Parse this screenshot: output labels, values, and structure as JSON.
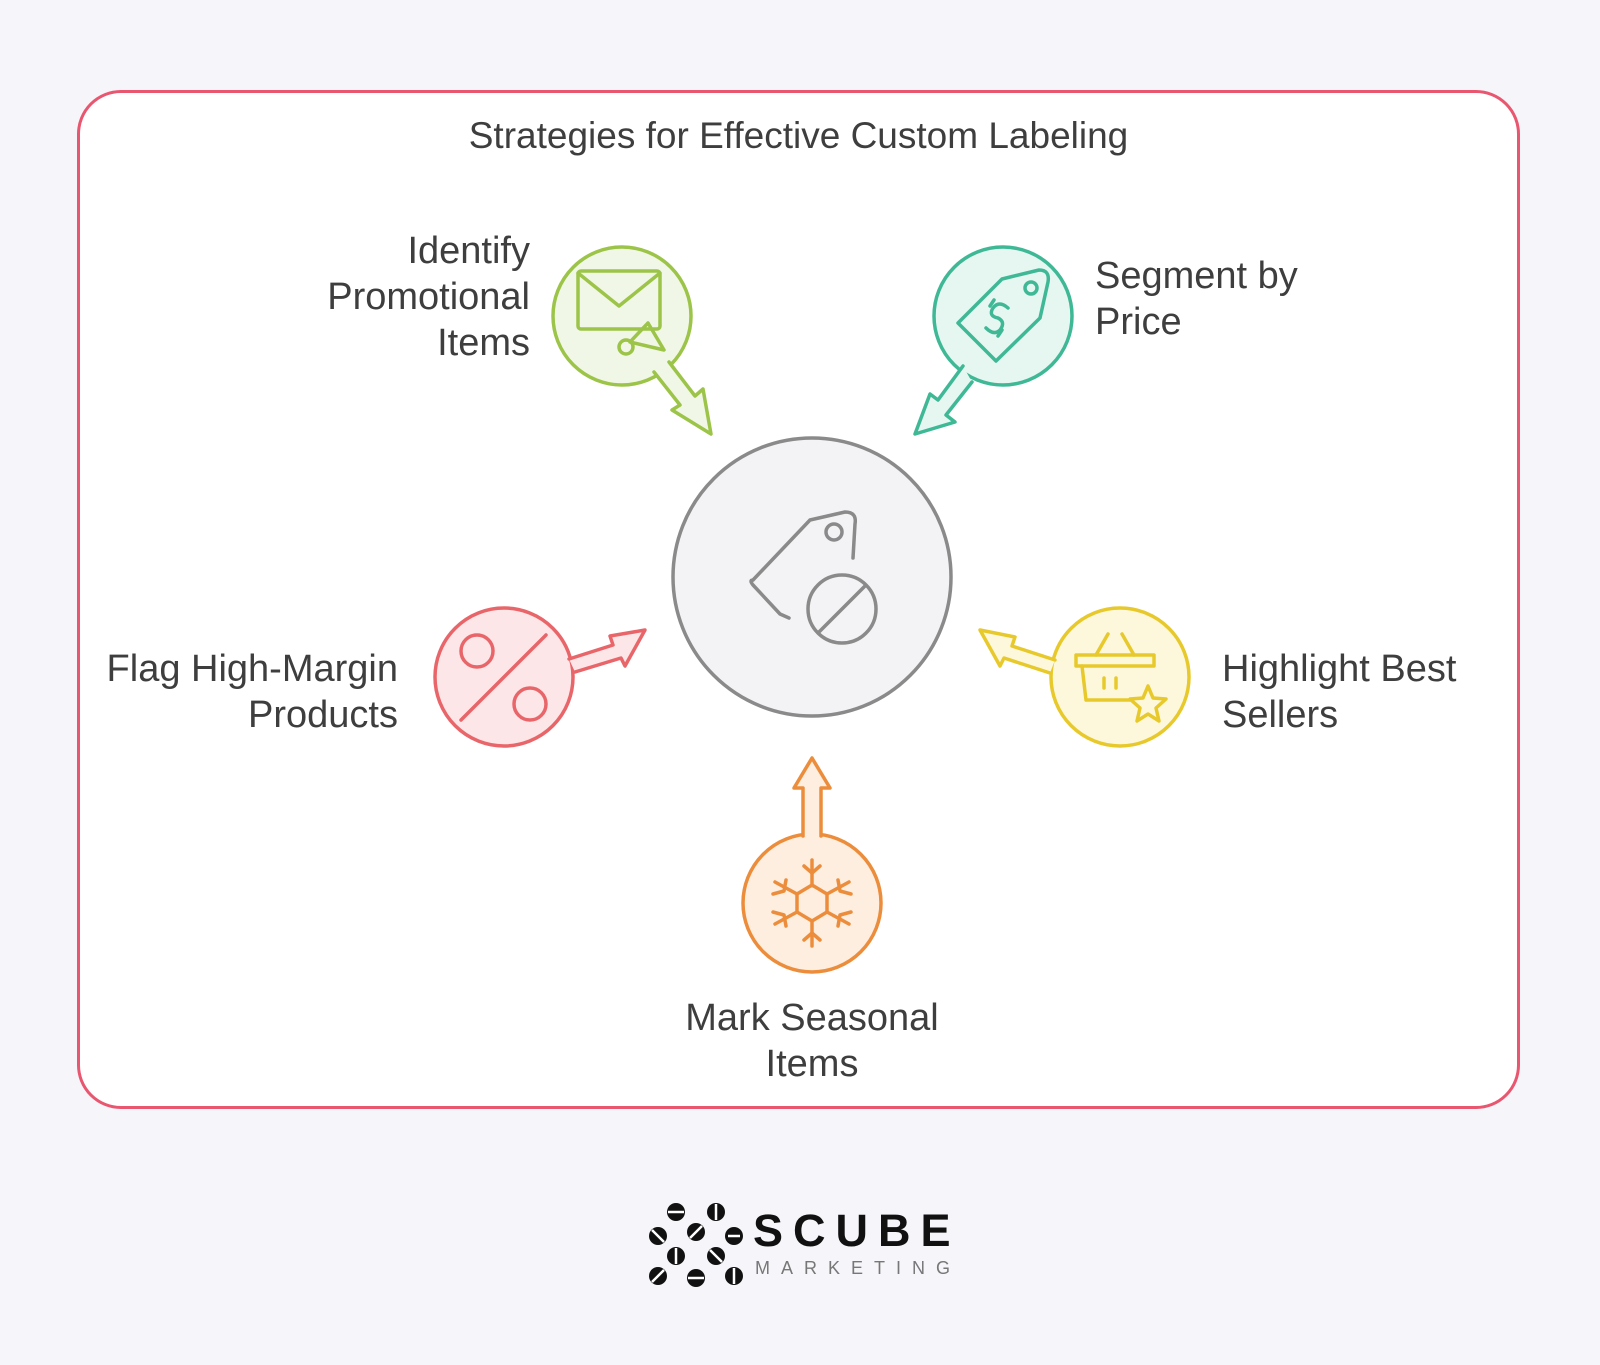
{
  "title": "Strategies for Effective Custom Labeling",
  "center": {
    "icon": "tag-with-no-entry-icon"
  },
  "items": [
    {
      "label": "Identify\nPromotional\nItems",
      "icon": "mail-megaphone-icon",
      "color": "#9cc448"
    },
    {
      "label": "Segment by\nPrice",
      "icon": "price-tag-dollar-icon",
      "color": "#3fb896"
    },
    {
      "label": "Flag High-Margin\nProducts",
      "icon": "percent-icon",
      "color": "#e8666a"
    },
    {
      "label": "Highlight Best\nSellers",
      "icon": "basket-star-icon",
      "color": "#e8c92c"
    },
    {
      "label": "Mark Seasonal\nItems",
      "icon": "snowflake-icon",
      "color": "#ec8d3c"
    }
  ],
  "logo": {
    "brand": "SCUBE",
    "tagline": "MARKETING"
  }
}
